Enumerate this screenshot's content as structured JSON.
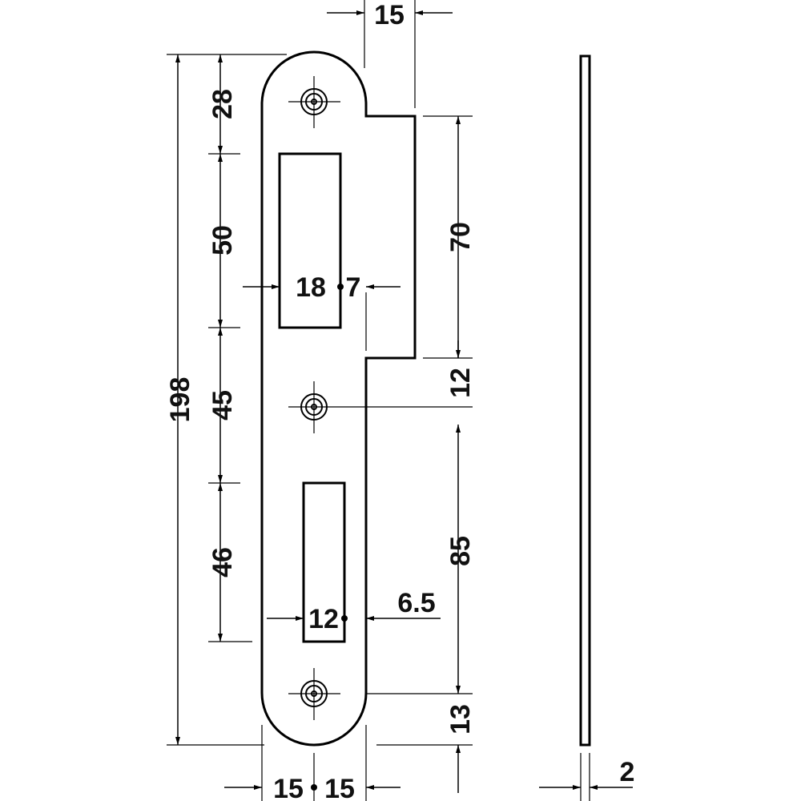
{
  "colors": {
    "line": "#000000",
    "text": "#111111",
    "background": "#ffffff"
  },
  "dimensions": {
    "top_offset": "15",
    "overall_height": "198",
    "hole_top": "28",
    "bolt_slot_height": "50",
    "slot_gap": "45",
    "latch_slot_height": "46",
    "bolt_slot_width": "18",
    "bolt_slot_to_edge": "7",
    "lip_height": "70",
    "lip_to_center_hole": "12",
    "center_to_bottom_hole": "85",
    "latch_slot_width": "12",
    "latch_slot_to_edge": "6.5",
    "bottom_hole": "13",
    "half_width_left": "15",
    "half_width_right": "15",
    "thickness": "2"
  }
}
